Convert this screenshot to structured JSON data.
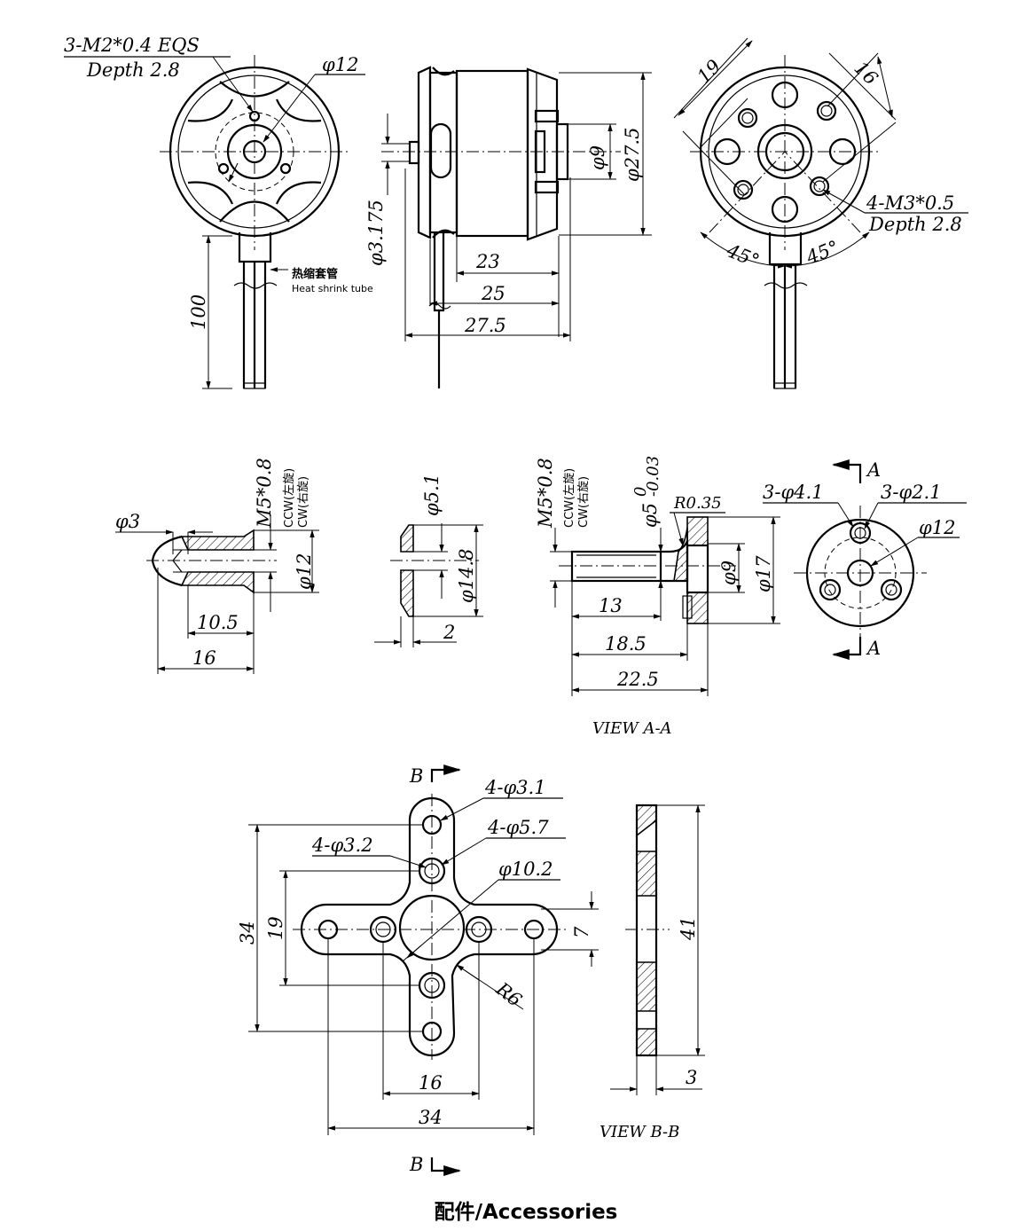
{
  "motor": {
    "front": {
      "screw_label": "3-M2*0.4 EQS",
      "screw_depth": "Depth 2.8",
      "dia_label": "φ12",
      "lead_length": "100"
    },
    "wire": {
      "label_cn": "热缩套管",
      "label_en": "Heat shrink tube"
    },
    "side": {
      "shaft_dia": "φ3.175",
      "boss_dia": "φ9",
      "body_dia": "φ27.5",
      "len_23": "23",
      "len_25": "25",
      "len_27_5": "27.5"
    },
    "rear": {
      "dim_19": "19",
      "dim_16": "16",
      "screw_label": "4-M3*0.5",
      "screw_depth": "Depth 2.8",
      "angle_left": "45°",
      "angle_right": "45°"
    }
  },
  "accessories": {
    "nut": {
      "dia_3": "φ3",
      "thread": "M5*0.8",
      "ccw": "CCW(左旋)",
      "cw": "CW(右旋)",
      "dia_12": "φ12",
      "len_10_5": "10.5",
      "len_16": "16"
    },
    "washer": {
      "dia_5_1": "φ5.1",
      "dia_14_8": "φ14.8",
      "thickness": "2"
    },
    "adapter": {
      "thread": "M5*0.8",
      "ccw": "CCW(左旋)",
      "cw": "CW(右旋)",
      "shaft_dia": "φ5",
      "tol_upper": "0",
      "tol_lower": "-0.03",
      "radius": "R0.35",
      "dia_9": "φ9",
      "dia_17": "φ17",
      "len_13": "13",
      "len_18_5": "18.5",
      "len_22_5": "22.5"
    },
    "view_a": {
      "marker": "A",
      "holes_4_1": "3-φ4.1",
      "holes_2_1": "3-φ2.1",
      "dia_12": "φ12",
      "caption": "VIEW  A-A"
    },
    "cross_mount": {
      "marker": "B",
      "holes_3_1": "4-φ3.1",
      "holes_5_7": "4-φ5.7",
      "holes_3_2": "4-φ3.2",
      "dia_10_2": "φ10.2",
      "dim_34_v": "34",
      "dim_19": "19",
      "dim_7": "7",
      "radius": "R6",
      "dim_16": "16",
      "dim_34_h": "34"
    },
    "view_b": {
      "dim_41": "41",
      "dim_3": "3",
      "caption": "VIEW  B-B"
    }
  },
  "footer": {
    "title": "配件/Accessories"
  }
}
